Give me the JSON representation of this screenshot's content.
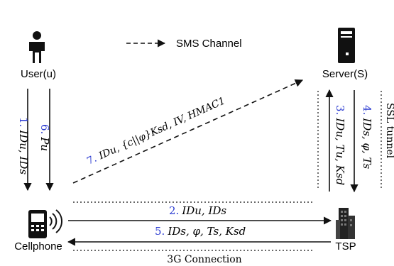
{
  "entities": {
    "user": {
      "label": "User(u)",
      "icon": "person-icon"
    },
    "server": {
      "label": "Server(S)",
      "icon": "server-icon"
    },
    "cellphone": {
      "label": "Cellphone",
      "icon": "cellphone-icon"
    },
    "tsp": {
      "label": "TSP",
      "icon": "building-icon"
    }
  },
  "legend": {
    "label": "SMS Channel"
  },
  "channels": {
    "ssl": "SSL tunnel",
    "g3": "3G Connection"
  },
  "messages": {
    "m1": {
      "num": "1.",
      "text": "IDu, IDs"
    },
    "m2": {
      "num": "2.",
      "text": "IDu, IDs"
    },
    "m3": {
      "num": "3.",
      "text": "IDu, Tu, Ksd"
    },
    "m4": {
      "num": "4.",
      "text": "IDs, φ, Ts"
    },
    "m5": {
      "num": "5.",
      "text": "IDs, φ, Ts, Ksd"
    },
    "m6": {
      "num": "6.",
      "text": "Pu"
    },
    "m7": {
      "num": "7.",
      "text": "IDu, {c||φ}Ksd, IV, HMAC1"
    }
  },
  "colors": {
    "number": "#2b3bd1",
    "line": "#111111",
    "icon": "#111111"
  }
}
